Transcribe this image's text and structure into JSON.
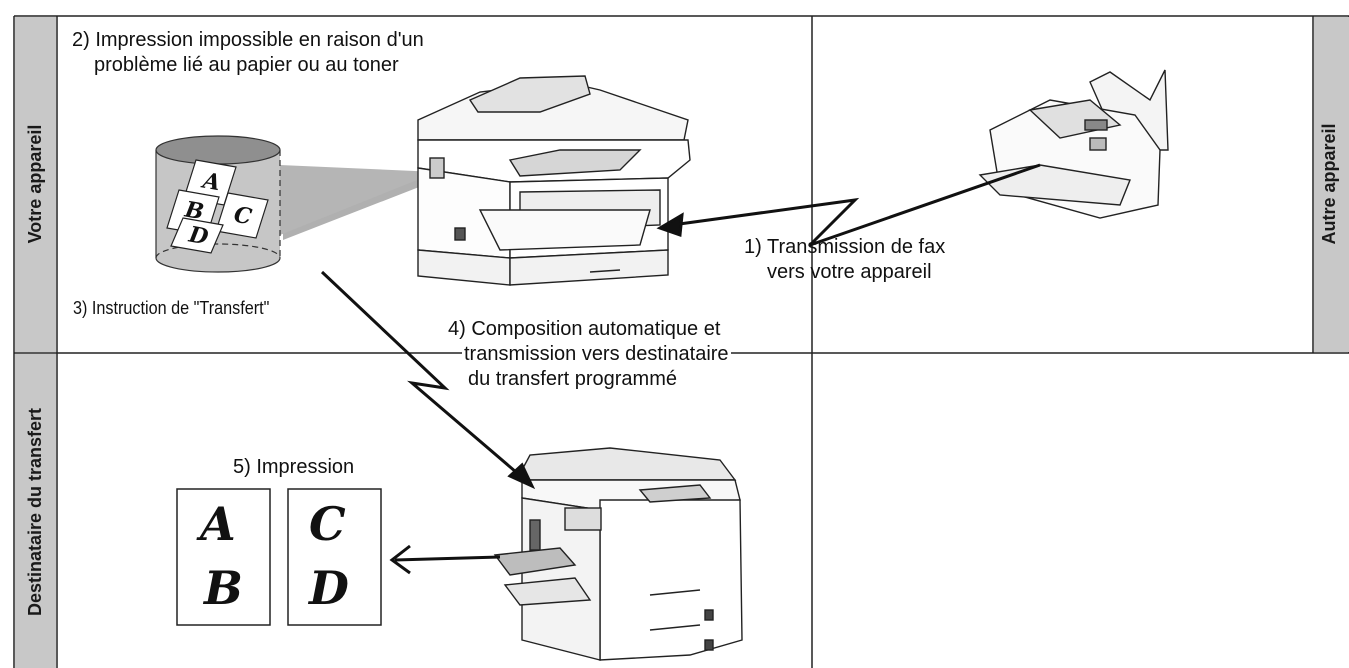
{
  "side_labels": {
    "votre_appareil": "Votre appareil",
    "autre_appareil": "Autre appareil",
    "destinataire": "Destinataire du transfert"
  },
  "steps": {
    "step1_line1": "1) Transmission de fax",
    "step1_line2": "vers votre appareil",
    "step2_line1": "2) Impression impossible en raison d'un",
    "step2_line2": "problème lié au papier ou au toner",
    "step3": "3) Instruction de \"Transfert\"",
    "step4_line1": "4) Composition automatique et",
    "step4_line2": "transmission vers destinataire",
    "step4_line3": "du transfert programmé",
    "step5": "5) Impression"
  },
  "memory_pages": [
    "A",
    "B",
    "C",
    "D"
  ],
  "printed_pages": {
    "left": [
      "A",
      "B"
    ],
    "right": [
      "C",
      "D"
    ]
  }
}
